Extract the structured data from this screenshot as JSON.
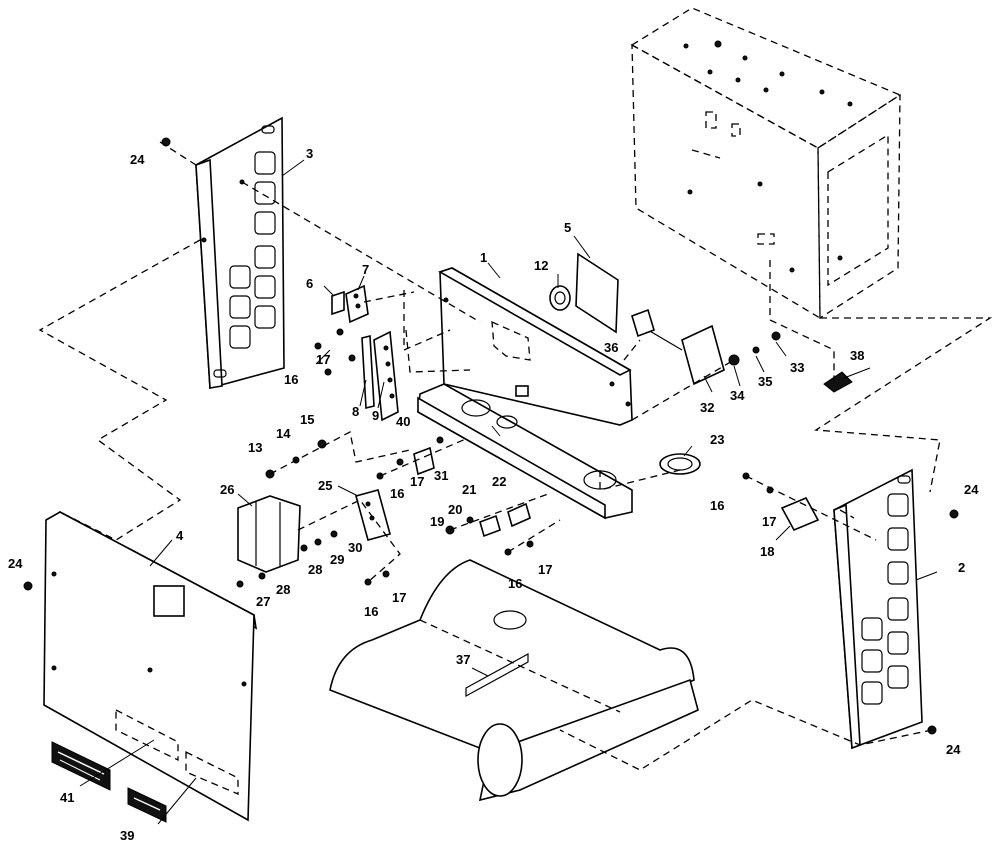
{
  "callouts": {
    "c1": "1",
    "c2": "2",
    "c3": "3",
    "c4": "4",
    "c5": "5",
    "c6": "6",
    "c7": "7",
    "c8": "8",
    "c9": "9",
    "c12": "12",
    "c13": "13",
    "c14": "14",
    "c15": "15",
    "c16": "16",
    "c17": "17",
    "c18": "18",
    "c19": "19",
    "c20": "20",
    "c21": "21",
    "c22": "22",
    "c23": "23",
    "c24": "24",
    "c25": "25",
    "c26": "26",
    "c27": "27",
    "c28": "28",
    "c29": "29",
    "c30": "30",
    "c31": "31",
    "c32": "32",
    "c33": "33",
    "c34": "34",
    "c35": "35",
    "c36": "36",
    "c37": "37",
    "c38": "38",
    "c39": "39",
    "c40": "40",
    "c41": "41"
  }
}
